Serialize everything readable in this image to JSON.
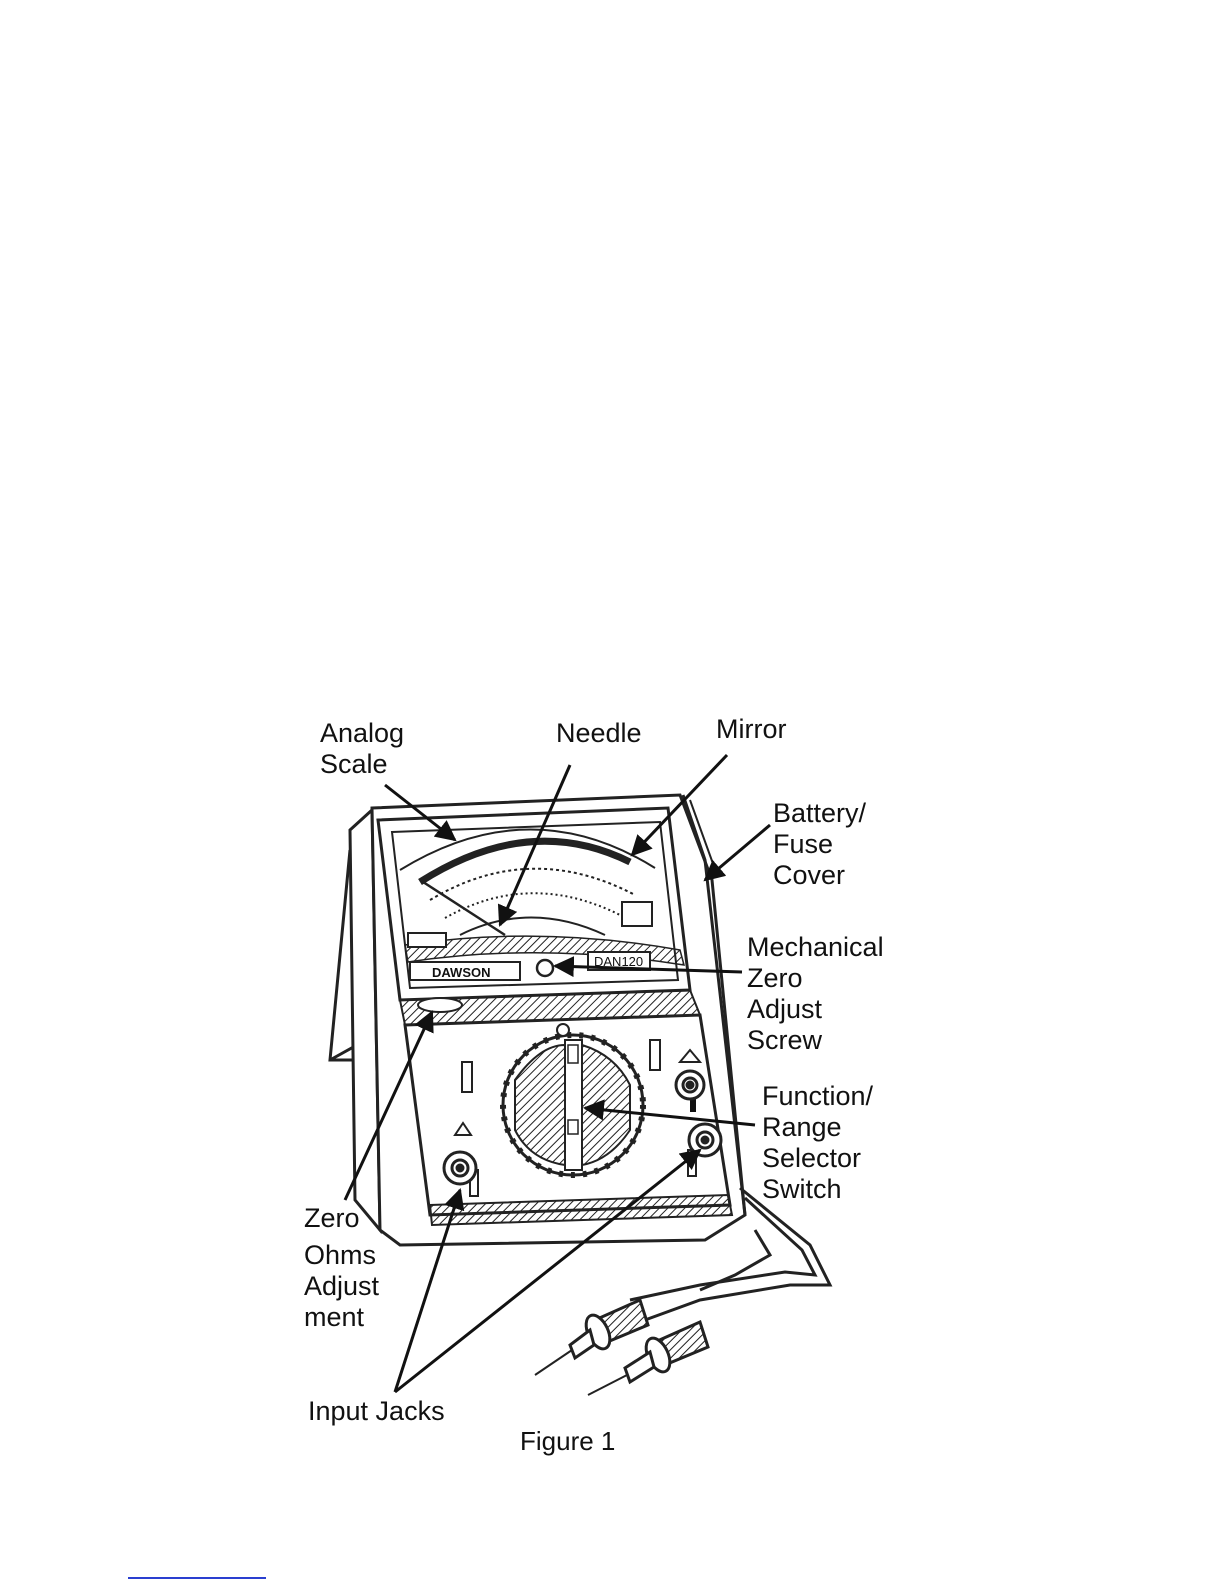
{
  "figure": {
    "caption": "Figure 1",
    "device_brand": "DAWSON",
    "device_model": "DAN120",
    "labels": {
      "analog_scale": [
        "Analog",
        "Scale"
      ],
      "needle": "Needle",
      "mirror": "Mirror",
      "battery_fuse_cover": [
        "Battery/",
        "Fuse",
        "Cover"
      ],
      "mechanical_zero": [
        "Mechanical",
        "Zero",
        "Adjust",
        "Screw"
      ],
      "function_range": [
        "Function/",
        "Range",
        "Selector",
        "Switch"
      ],
      "zero_ohms": [
        "Zero",
        "Ohms",
        "Adjust",
        "ment"
      ],
      "input_jacks": "Input Jacks"
    }
  },
  "colors": {
    "ink": "#111111",
    "footer_rule": "#2a3fd0"
  }
}
